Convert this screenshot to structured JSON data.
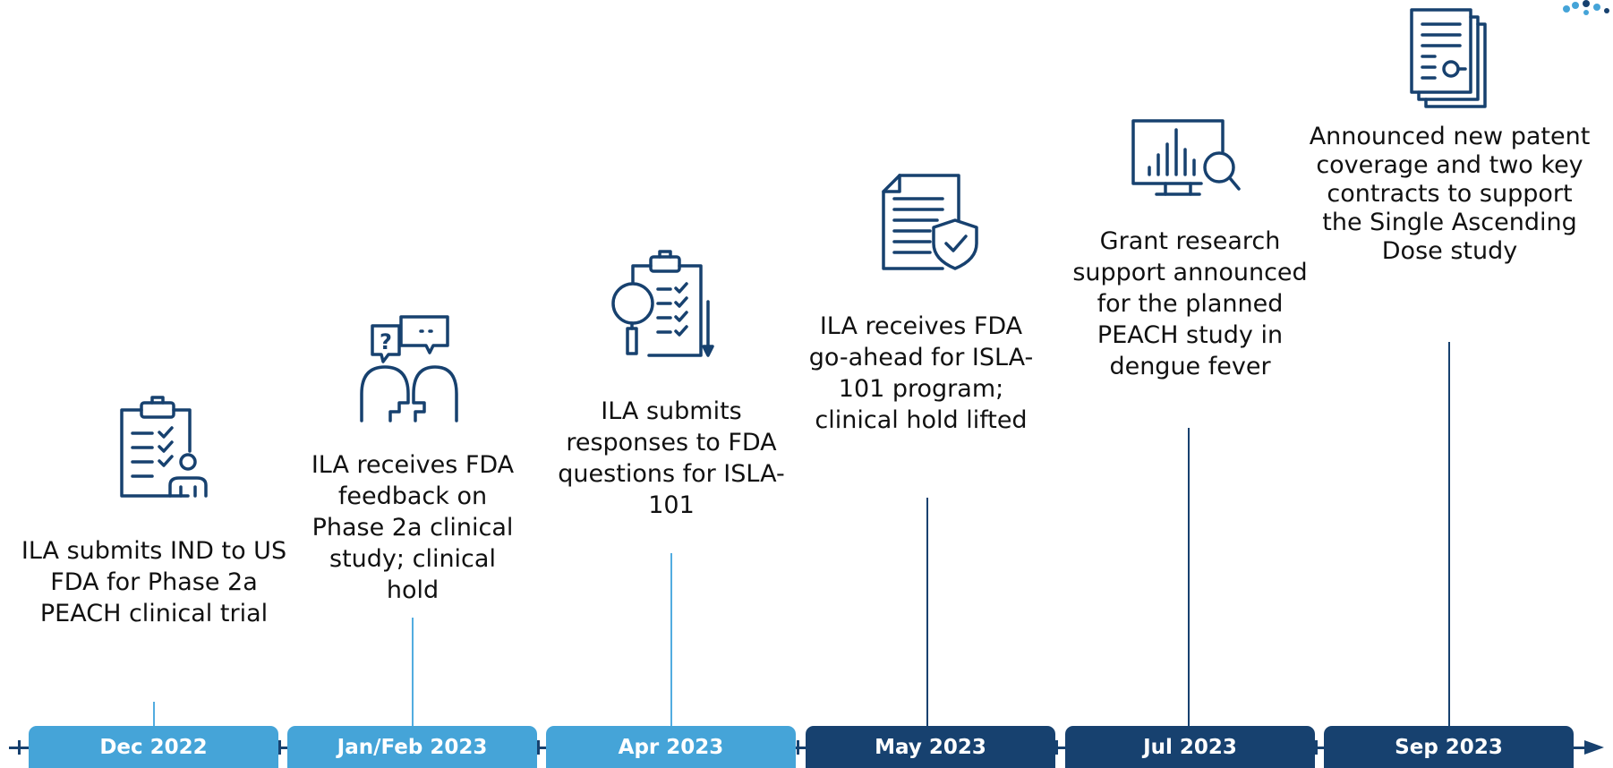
{
  "colors": {
    "dark_navy": "#17416f",
    "light_blue": "#45a4d8",
    "text": "#111111"
  },
  "milestones": [
    {
      "date": "Dec 2022",
      "text": "ILA submits IND to US FDA for Phase 2a PEACH clinical trial",
      "icon": "clipboard-person-icon",
      "box_style": "light"
    },
    {
      "date": "Jan/Feb 2023",
      "text": "ILA receives FDA feedback on Phase 2a clinical study; clinical hold",
      "icon": "conversation-icon",
      "box_style": "light"
    },
    {
      "date": "Apr 2023",
      "text": "ILA submits responses to FDA questions for ISLA-101",
      "icon": "clipboard-magnifier-icon",
      "box_style": "light"
    },
    {
      "date": "May 2023",
      "text": "ILA receives FDA go-ahead for ISLA-101 program; clinical hold lifted",
      "icon": "document-shield-icon",
      "box_style": "dark"
    },
    {
      "date": "Jul 2023",
      "text": "Grant research support announced for the planned PEACH study in dengue fever",
      "icon": "monitor-chart-search-icon",
      "box_style": "dark"
    },
    {
      "date": "Sep 2023",
      "text": "Announced new patent coverage and two key contracts to support the Single Ascending Dose study",
      "icon": "contract-stack-icon",
      "box_style": "dark"
    }
  ]
}
